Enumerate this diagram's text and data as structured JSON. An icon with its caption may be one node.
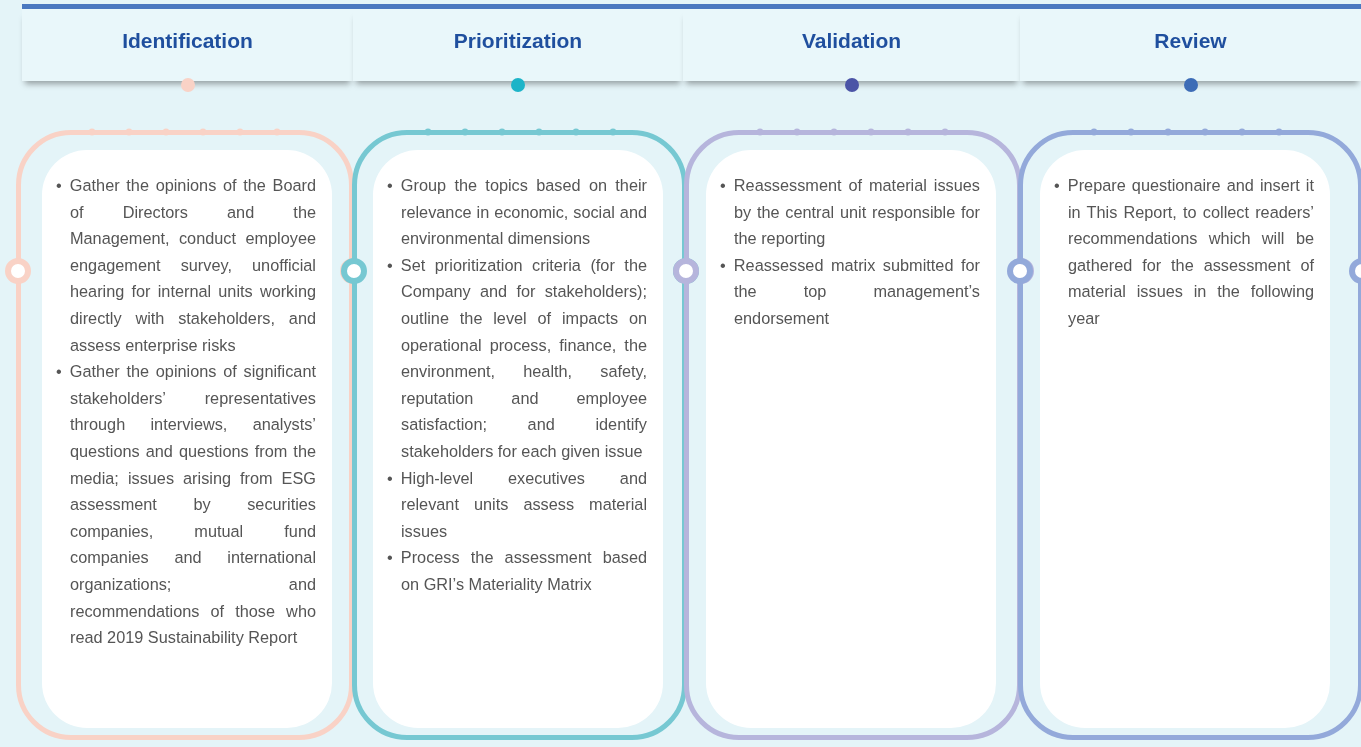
{
  "diagram": {
    "nodes": [
      {
        "text": [
          "Identification"
        ]
      },
      {
        "text": [
          "Prioritization"
        ]
      },
      {
        "text": [
          "Validation"
        ]
      },
      {
        "text": [
          "Review"
        ]
      },
      {
        "text": [
          "• Gather the opinions of the Board of Directors and the Management, conduct employee engagement survey, unofficial hearing for internal units working directly with stakeholders, and assess enterprise risks",
          "• Gather the opinions of significant stakeholders’ representatives through interviews, analysts’ questions and questions from the media; issues arising from ESG assessment by securities companies, mutual fund companies and international organizations; and recommendations of those who read 2019 Sustainability Report"
        ]
      },
      {
        "text": [
          "• Group the topics based on their relevance in economic, social and environmental dimensions",
          "• Set prioritization criteria (for the Company and for stakeholders); outline the level of impacts on operational process, finance, the environment, health, safety, reputation and employee satisfaction; and identify stakeholders for each given issue",
          "• High-level executives and relevant units assess material issues",
          "• Process the assessment based on GRI’s Materiality Matrix"
        ]
      },
      {
        "text": [
          "• Reassessment of material issues by the central unit responsible for the reporting",
          "• Reassessed matrix submitted for the top management’s endorsement"
        ]
      },
      {
        "text": [
          "• Prepare questionaire and insert it in This Report, to collect readers’ recommendations which will be gathered for the assessment of material issues in the following year"
        ]
      }
    ]
  }
}
